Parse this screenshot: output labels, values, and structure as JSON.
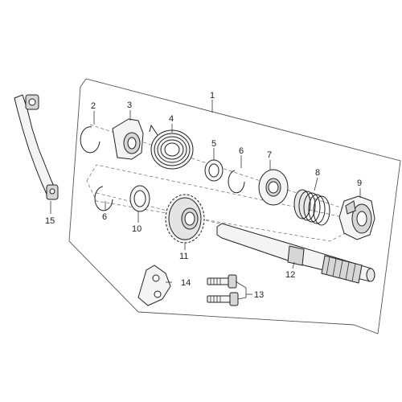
{
  "labels": {
    "p1": "1",
    "p2": "2",
    "p3": "3",
    "p4": "4",
    "p5": "5",
    "p6a": "6",
    "p6b": "6",
    "p7": "7",
    "p8": "8",
    "p9": "9",
    "p10": "10",
    "p11": "11",
    "p12": "12",
    "p13": "13",
    "p14": "14",
    "p15": "15"
  },
  "colors": {
    "line": "#222222",
    "part_fill": "#f4f4f4",
    "part_shade": "#d6d6d6",
    "background": "#ffffff"
  }
}
